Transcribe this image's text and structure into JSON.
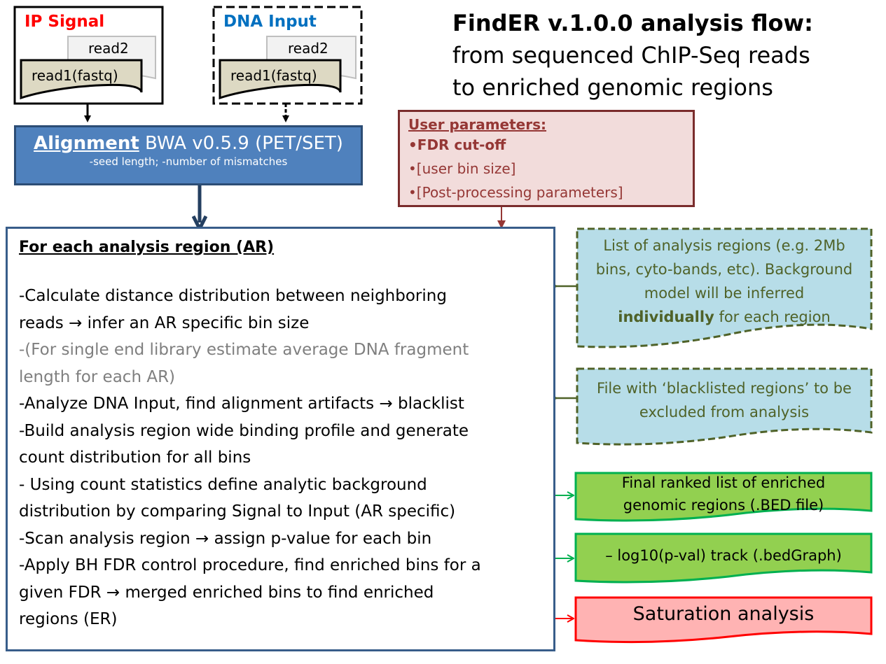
{
  "title": {
    "line1": "FindER v.1.0.0 analysis flow:",
    "line2": "from sequenced ChIP-Seq reads",
    "line3": "to enriched genomic regions"
  },
  "ip_signal": {
    "title": "IP Signal",
    "read2": "read2",
    "read1": "read1(fastq)"
  },
  "dna_input": {
    "title": "DNA Input",
    "read2": "read2",
    "read1": "read1(fastq)"
  },
  "alignment": {
    "head_bold": "Alignment",
    "head_rest": " BWA v0.5.9 (PET/SET)",
    "sub": "-seed length; -number of mismatches"
  },
  "user_params": {
    "heading": "User parameters:",
    "items": [
      "•FDR cut-off",
      "•[user bin size]",
      "•[Post-processing parameters]"
    ]
  },
  "analysis": {
    "heading": "For each analysis region (AR)",
    "lines": [
      "-Calculate distance distribution between neighboring",
      "reads → infer an AR specific bin size",
      "-(For single end library estimate average DNA fragment",
      "length for each AR)",
      "-Analyze DNA Input, find alignment artifacts → blacklist",
      "-Build analysis region wide binding profile and  generate",
      "count distribution for all bins",
      "- Using count statistics define analytic background",
      "distribution by comparing Signal to Input (AR specific)",
      "-Scan analysis region → assign p-value for each bin",
      "-Apply BH FDR control procedure, find enriched bins for a",
      "given FDR → merged enriched bins to find enriched",
      "regions (ER)"
    ]
  },
  "regions_doc": {
    "lines": [
      "List of analysis regions (e.g. 2Mb",
      "bins, cyto-bands, etc). Background",
      "model will be inferred"
    ],
    "bold": "individually",
    "tail": " for each region"
  },
  "blacklist_doc": {
    "lines": [
      "File with ‘blacklisted regions’ to be",
      "excluded from analysis"
    ]
  },
  "output_bed": {
    "lines": [
      "Final ranked list of enriched",
      "genomic regions (.BED file)"
    ]
  },
  "output_track": {
    "text": "– log10(p-val) track (.bedGraph)"
  },
  "output_saturation": {
    "text": "Saturation analysis"
  },
  "colors": {
    "ip_title": "#ff0000",
    "dna_title": "#0070c0",
    "alignment_fill": "#4f81bd",
    "params_fill": "#f2dcdb",
    "params_text": "#953735",
    "doc_fill": "#b7dde8",
    "doc_border": "#4f6228",
    "output_fill": "#92d050",
    "output_border": "#00b050",
    "saturation_fill": "#ffb3b3",
    "saturation_border": "#ff0000"
  }
}
